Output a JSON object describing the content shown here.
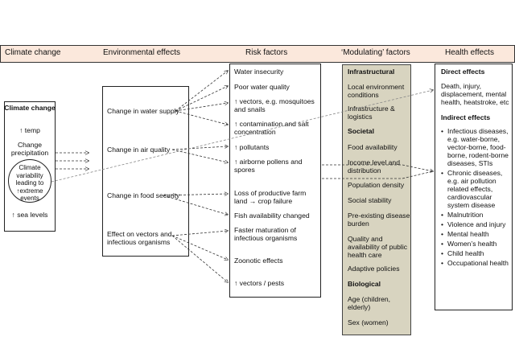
{
  "headers": [
    "Climate change",
    "Environmental effects",
    "Risk factors",
    "‘Modulating’ factors",
    "Health effects"
  ],
  "climate": {
    "title": "Climate change",
    "items": [
      "↑ temp",
      "Change precipitation",
      "Climate variability leading to ↑extreme events",
      "↑ sea levels"
    ]
  },
  "environmental": [
    "Change in water supply",
    "Change in air quality",
    "Change in food security",
    "Effect on vectors and infectious organisms"
  ],
  "risk": [
    "Water insecurity",
    "Poor water quality",
    "↑ vectors, e.g. mosquitoes and snails",
    "↑ contamination and salt concentration",
    "↑ pollutants",
    "↑ airborne pollens and spores",
    "Loss of productive farm land → crop failure",
    "Fish availability changed",
    "Faster maturation of infectious organisms",
    "Zoonotic effects",
    "↑ vectors / pests"
  ],
  "modulating": {
    "infrastructural_title": "Infrastructural",
    "infrastructural": [
      "Local environment conditions",
      "Infrastructure & logistics"
    ],
    "societal_title": "Societal",
    "societal": [
      "Food availability",
      "Income level and distribution",
      "Population density",
      "Social stability",
      "Pre-existing disease burden",
      "Quality and availability of public health care",
      "Adaptive policies"
    ],
    "biological_title": "Biological",
    "biological": [
      "Age (children, elderly)",
      "Sex (women)"
    ]
  },
  "health": {
    "direct_title": "Direct effects",
    "direct_text": "Death, injury, displacement, mental health, heatstroke, etc",
    "indirect_title": "Indirect effects",
    "indirect": [
      "Infectious diseases, e.g. water-borne, vector-borne, food-borne, rodent-borne diseases, STIs",
      "Chronic diseases, e.g. air pollution related effects, cardiovascular system disease",
      "Malnutrition",
      "Violence and injury",
      "Mental health",
      "Women’s health",
      "Child health",
      "Occupational health"
    ]
  }
}
